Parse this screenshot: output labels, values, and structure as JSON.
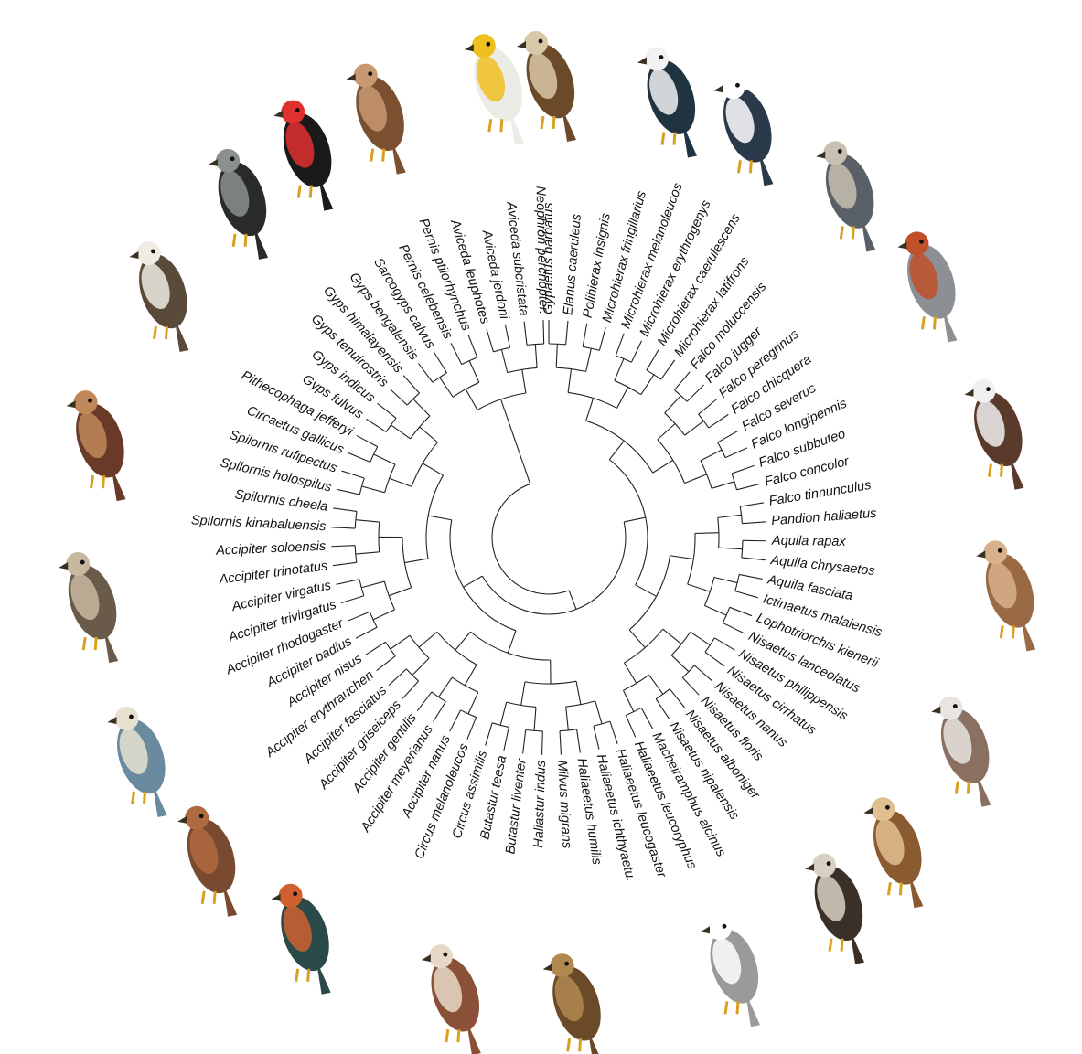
{
  "figure": {
    "taxa": [
      {
        "name": "Gypaetus barbatus",
        "angle": 0,
        "bird": {
          "icon": "lammergeier-icon",
          "body": "#6b4a2a",
          "accent": "#d9c8a8"
        }
      },
      {
        "name": "Elanus caeruleus",
        "angle": 5.05
      },
      {
        "name": "Polihierax insignis",
        "angle": 10.1
      },
      {
        "name": "Microhierax fringillarius",
        "angle": 15.15,
        "bird": {
          "icon": "falconet-icon",
          "body": "#1f3340",
          "accent": "#f2f2f2"
        }
      },
      {
        "name": "Microhierax melanoleucos",
        "angle": 20.2
      },
      {
        "name": "Microhierax erythrogenys",
        "angle": 25.25,
        "bird": {
          "icon": "falconet-icon",
          "body": "#2a3a4a",
          "accent": "#ffffff"
        }
      },
      {
        "name": "Microhierax caerulescens",
        "angle": 30.3
      },
      {
        "name": "Microhierax latifrons",
        "angle": 35.35
      },
      {
        "name": "Falco moluccensis",
        "angle": 40.4,
        "bird": {
          "icon": "falcon-icon",
          "body": "#5a6068",
          "accent": "#c8c0b0"
        }
      },
      {
        "name": "Falco jugger",
        "angle": 45.45
      },
      {
        "name": "Falco peregrinus",
        "angle": 50.5
      },
      {
        "name": "Falco chicquera",
        "angle": 55.55,
        "bird": {
          "icon": "falcon-icon",
          "body": "#8c8f94",
          "accent": "#c0502a"
        }
      },
      {
        "name": "Falco severus",
        "angle": 60.6
      },
      {
        "name": "Falco longipennis",
        "angle": 65.65
      },
      {
        "name": "Falco subbuteo",
        "angle": 70.7
      },
      {
        "name": "Falco concolor",
        "angle": 75.75,
        "bird": {
          "icon": "osprey-icon",
          "body": "#5a3a2a",
          "accent": "#f0f0f0"
        }
      },
      {
        "name": "Falco tinnunculus",
        "angle": 80.8
      },
      {
        "name": "Pandion haliaetus",
        "angle": 85.85
      },
      {
        "name": "Aquila rapax",
        "angle": 90.9
      },
      {
        "name": "Aquila chrysaetos",
        "angle": 95.95,
        "bird": {
          "icon": "eagle-icon",
          "body": "#9a6a45",
          "accent": "#d8b08a"
        }
      },
      {
        "name": "Aquila fasciata",
        "angle": 101.0
      },
      {
        "name": "Ictinaetus malaiensis",
        "angle": 106.05
      },
      {
        "name": "Lophotriorchis kienerii",
        "angle": 111.1
      },
      {
        "name": "Nisaetus lanceolatus",
        "angle": 116.15,
        "bird": {
          "icon": "sea-eagle-icon",
          "body": "#8a7060",
          "accent": "#e8e4e0"
        }
      },
      {
        "name": "Nisaetus philippensis",
        "angle": 121.2
      },
      {
        "name": "Nisaetus cirrhatus",
        "angle": 126.25
      },
      {
        "name": "Nisaetus nanus",
        "angle": 131.3,
        "bird": {
          "icon": "hawk-eagle-icon",
          "body": "#8a5a30",
          "accent": "#e0c090"
        }
      },
      {
        "name": "Nisaetus floris",
        "angle": 136.35
      },
      {
        "name": "Nisaetus alboniger",
        "angle": 141.4,
        "bird": {
          "icon": "hawk-eagle-icon",
          "body": "#3a3028",
          "accent": "#d8d0c0"
        }
      },
      {
        "name": "Nisaetus nipalensis",
        "angle": 146.45
      },
      {
        "name": "Macheiramphus alcinus",
        "angle": 151.5
      },
      {
        "name": "Haliaeetus leucoryphus",
        "angle": 156.55,
        "bird": {
          "icon": "white-bellied-sea-eagle-icon",
          "body": "#9a9a9a",
          "accent": "#ffffff"
        }
      },
      {
        "name": "Haliaeetus leucogaster",
        "angle": 161.6
      },
      {
        "name": "Haliaeetus ichthyaetu.",
        "angle": 166.65
      },
      {
        "name": "Haliaeetus humilis",
        "angle": 171.7
      },
      {
        "name": "Milvus migrans",
        "angle": 176.75,
        "bird": {
          "icon": "kite-icon",
          "body": "#6a4a28",
          "accent": "#b08850"
        }
      },
      {
        "name": "Haliastur indus",
        "angle": 181.8
      },
      {
        "name": "Butastur liventer",
        "angle": 186.85
      },
      {
        "name": "Butastur teesa",
        "angle": 191.9,
        "bird": {
          "icon": "buzzard-icon",
          "body": "#8a5038",
          "accent": "#e8d8c8"
        }
      },
      {
        "name": "Circus assimilis",
        "angle": 196.95
      },
      {
        "name": "Circus melanoleucos",
        "angle": 202.0
      },
      {
        "name": "Accipiter nanus",
        "angle": 207.05
      },
      {
        "name": "Accipiter meyerianus",
        "angle": 212.1,
        "bird": {
          "icon": "sparrowhawk-icon",
          "body": "#2a4a4a",
          "accent": "#d06030"
        }
      },
      {
        "name": "Accipiter gentilis",
        "angle": 217.15
      },
      {
        "name": "Accipiter griseiceps",
        "angle": 222.2
      },
      {
        "name": "Accipiter fasciatus",
        "angle": 227.25,
        "bird": {
          "icon": "goshawk-icon",
          "body": "#7a4a30",
          "accent": "#b06a40"
        }
      },
      {
        "name": "Accipiter erythrauchen",
        "angle": 232.3
      },
      {
        "name": "Accipiter nisus",
        "angle": 237.35
      },
      {
        "name": "Accipiter badius",
        "angle": 242.4,
        "bird": {
          "icon": "shikra-icon",
          "body": "#6a8aa0",
          "accent": "#e8e0d0"
        }
      },
      {
        "name": "Accipiter rhodogaster",
        "angle": 247.45
      },
      {
        "name": "Accipiter trivirgatus",
        "angle": 252.5
      },
      {
        "name": "Accipiter virgatus",
        "angle": 257.55
      },
      {
        "name": "Accipiter trinotatus",
        "angle": 262.6,
        "bird": {
          "icon": "crested-goshawk-icon",
          "body": "#6a5a4a",
          "accent": "#c8b8a0"
        }
      },
      {
        "name": "Accipiter soloensis",
        "angle": 267.65
      },
      {
        "name": "Spilornis kinabaluensis",
        "angle": 272.7
      },
      {
        "name": "Spilornis cheela",
        "angle": 277.75
      },
      {
        "name": "Spilornis holospilus",
        "angle": 282.8,
        "bird": {
          "icon": "serpent-eagle-icon",
          "body": "#6a3a28",
          "accent": "#c08858"
        }
      },
      {
        "name": "Spilornis rufipectus",
        "angle": 287.85
      },
      {
        "name": "Circaetus gallicus",
        "angle": 292.9
      },
      {
        "name": "Pithecophaga jefferyi",
        "angle": 297.95
      },
      {
        "name": "Gyps fulvus",
        "angle": 303.0,
        "bird": {
          "icon": "philippine-eagle-icon",
          "body": "#5a4a3a",
          "accent": "#f0ece4"
        }
      },
      {
        "name": "Gyps indicus",
        "angle": 308.05
      },
      {
        "name": "Gyps tenuirostris",
        "angle": 313.1
      },
      {
        "name": "Gyps himalayensis",
        "angle": 318.15,
        "bird": {
          "icon": "griffon-vulture-icon",
          "body": "#2a2a2a",
          "accent": "#8a9090"
        }
      },
      {
        "name": "Gyps bengalensis",
        "angle": 323.2
      },
      {
        "name": "Sarcogyps calvus",
        "angle": 328.25,
        "bird": {
          "icon": "red-headed-vulture-icon",
          "body": "#1a1a1a",
          "accent": "#e03030"
        }
      },
      {
        "name": "Pernis celebensis",
        "angle": 333.3
      },
      {
        "name": "Pernis ptilorhynchus",
        "angle": 338.35,
        "bird": {
          "icon": "honey-buzzard-icon",
          "body": "#7a5030",
          "accent": "#c89870"
        }
      },
      {
        "name": "Aviceda leuphotes",
        "angle": 343.4
      },
      {
        "name": "Aviceda jerdoni",
        "angle": 348.45
      },
      {
        "name": "Aviceda subcristata",
        "angle": 353.5,
        "bird": {
          "icon": "egyptian-vulture-icon",
          "body": "#ecece6",
          "accent": "#f0c020"
        }
      },
      {
        "name": "Neophron percnopter.",
        "angle": 358.55
      }
    ]
  }
}
